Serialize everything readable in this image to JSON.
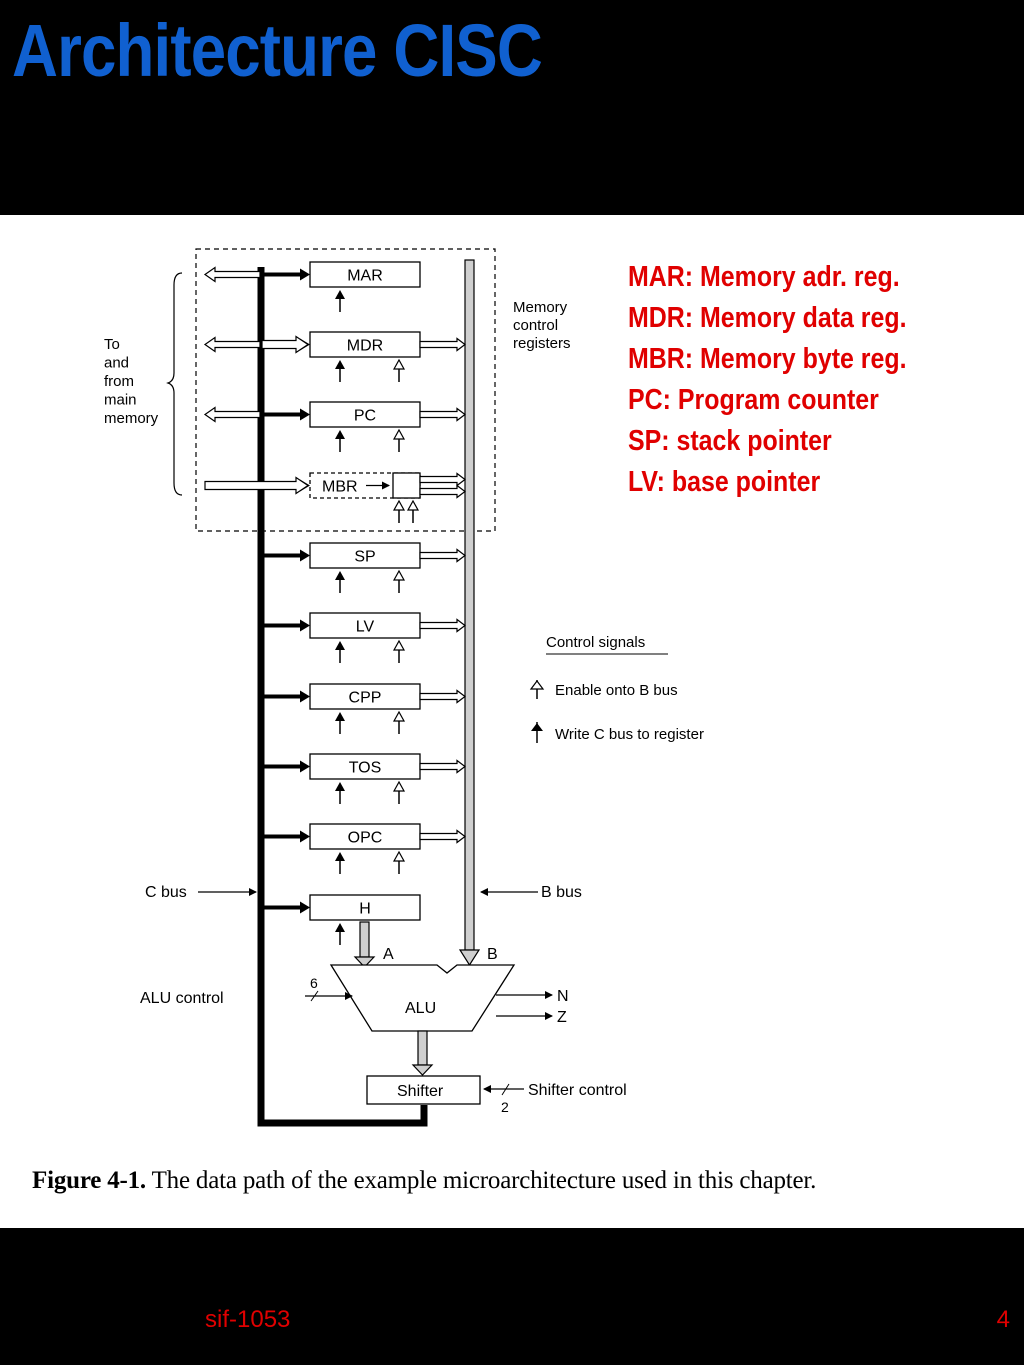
{
  "slide": {
    "title": "Architecture CISC",
    "footer_label": "sif-1053",
    "page_number": "4"
  },
  "legend": [
    "MAR: Memory adr. reg.",
    "MDR: Memory data reg.",
    "MBR: Memory byte reg.",
    "PC: Program counter",
    "SP: stack pointer",
    "LV: base pointer"
  ],
  "diagram": {
    "registers": [
      "MAR",
      "MDR",
      "PC",
      "MBR",
      "SP",
      "LV",
      "CPP",
      "TOS",
      "OPC",
      "H"
    ],
    "memory_label_lines": [
      "To",
      "and",
      "from",
      "main",
      "memory"
    ],
    "memory_control_lines": [
      "Memory",
      "control",
      "registers"
    ],
    "control_signals_title": "Control signals",
    "enable_label": "Enable onto B bus",
    "write_label": "Write C bus to register",
    "c_bus": "C bus",
    "b_bus": "B bus",
    "alu": "ALU",
    "alu_control": "ALU control",
    "alu_control_bits": "6",
    "input_a": "A",
    "input_b": "B",
    "flag_n": "N",
    "flag_z": "Z",
    "shifter": "Shifter",
    "shifter_control": "Shifter control",
    "shifter_control_bits": "2"
  },
  "caption": {
    "label": "Figure 4-1.",
    "text": "The data path of the example microarchitecture used in this chapter."
  }
}
